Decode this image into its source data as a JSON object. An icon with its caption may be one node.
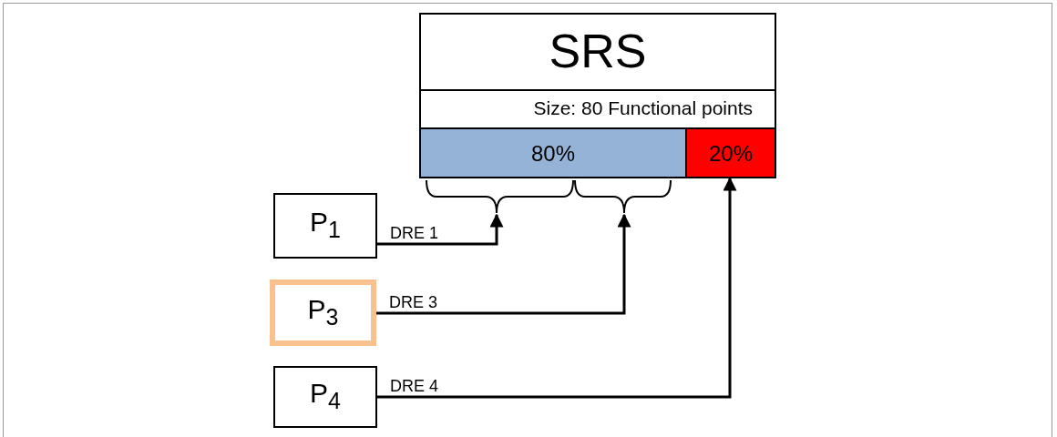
{
  "diagram": {
    "nodes": [
      {
        "text": [
          "SRS",
          "Size: 80 Functional points"
        ]
      },
      {
        "text": [
          "80%"
        ],
        "in": 0
      },
      {
        "text": [
          "20%"
        ],
        "in": 0
      },
      {
        "text": [],
        "shape": "brace"
      },
      {
        "text": [],
        "shape": "brace"
      },
      {
        "text": [
          "P$_{1}$"
        ]
      },
      {
        "text": [
          "P$_{3}$"
        ]
      },
      {
        "text": [
          "P$_{4}$"
        ]
      }
    ],
    "edges": [
      {
        "from": 5,
        "to": 3,
        "arrow": "to",
        "label": "DRE 1"
      },
      {
        "from": 6,
        "to": 4,
        "arrow": "to",
        "label": "DRE 3"
      },
      {
        "from": 7,
        "to": 2,
        "arrow": "to",
        "label": "DRE 4"
      }
    ]
  }
}
